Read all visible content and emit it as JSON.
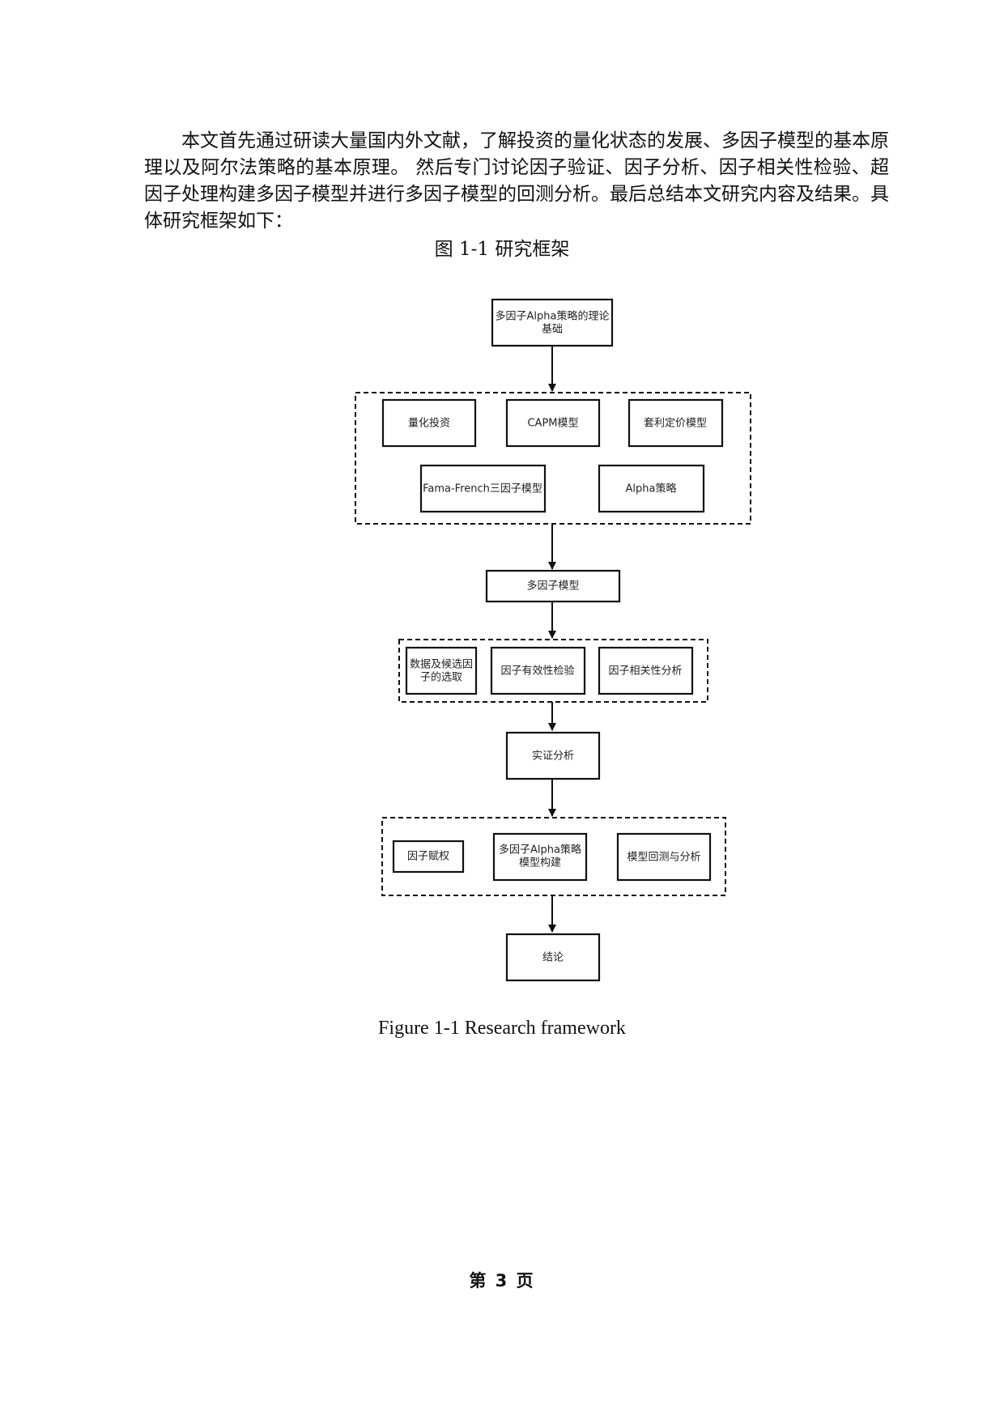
{
  "paragraph": "本文首先通过研读大量国内外文献，了解投资的量化状态的发展、多因子模型的基本原理以及阿尔法策略的基本原理。 然后专门讨论因子验证、因子分析、因子相关性检验、超因子处理构建多因子模型并进行多因子模型的回测分析。最后总结本文研究内容及结果。具体研究框架如下：",
  "figure": {
    "title_cn": "图 1-1 研究框架",
    "title_en": "Figure 1-1 Research framework"
  },
  "diagram": {
    "top": [
      "多因子Alpha策略的理论",
      "基础"
    ],
    "theory": {
      "quant": "量化投资",
      "capm": "CAPM模型",
      "apt": "套利定价模型",
      "ff3": "Fama-French三因子模型",
      "alpha": "Alpha策略"
    },
    "multifactor": "多因子模型",
    "data": {
      "selection": [
        "数据及候选因",
        "子的选取"
      ],
      "validity": "因子有效性检验",
      "correlation": "因子相关性分析"
    },
    "empirical": "实证分析",
    "build": {
      "weighting": "因子赋权",
      "model": [
        "多因子Alpha策略",
        "模型构建"
      ],
      "backtest": "模型回测与分析"
    },
    "conclusion": "结论"
  },
  "footer": "第 3 页"
}
